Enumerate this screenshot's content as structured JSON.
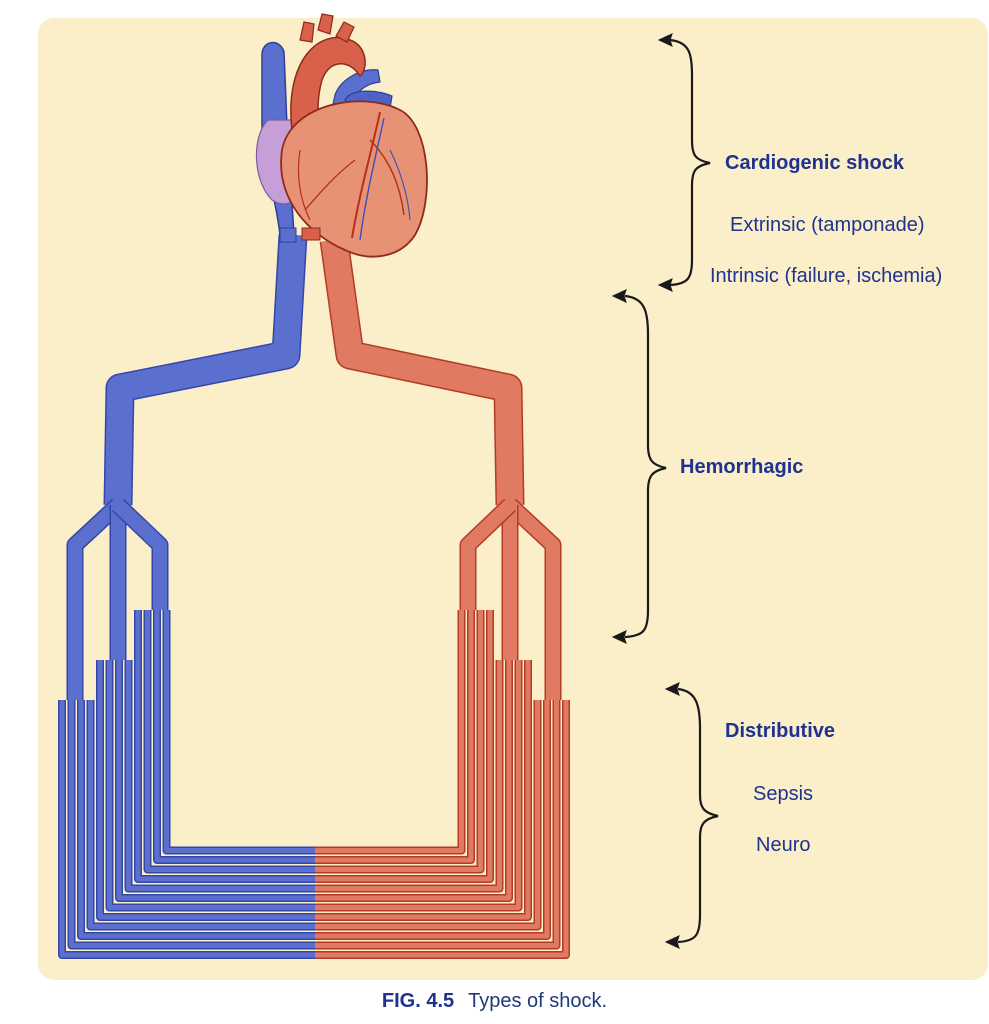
{
  "labels": {
    "cardiogenic_title": "Cardiogenic shock",
    "cardiogenic_extrinsic": "Extrinsic (tamponade)",
    "cardiogenic_intrinsic": "Intrinsic (failure, ischemia)",
    "hemorrhagic_title": "Hemorrhagic",
    "distributive_title": "Distributive",
    "distributive_sepsis": "Sepsis",
    "distributive_neuro": "Neuro"
  },
  "caption": {
    "figure_number": "FIG. 4.5",
    "text": "Types of shock."
  },
  "colors": {
    "background": "#faefc9",
    "venous": "#5b6fcf",
    "venous_outline": "#3447a8",
    "arterial": "#e07a62",
    "arterial_outline": "#b53a25",
    "label_text": "#1f3290"
  }
}
